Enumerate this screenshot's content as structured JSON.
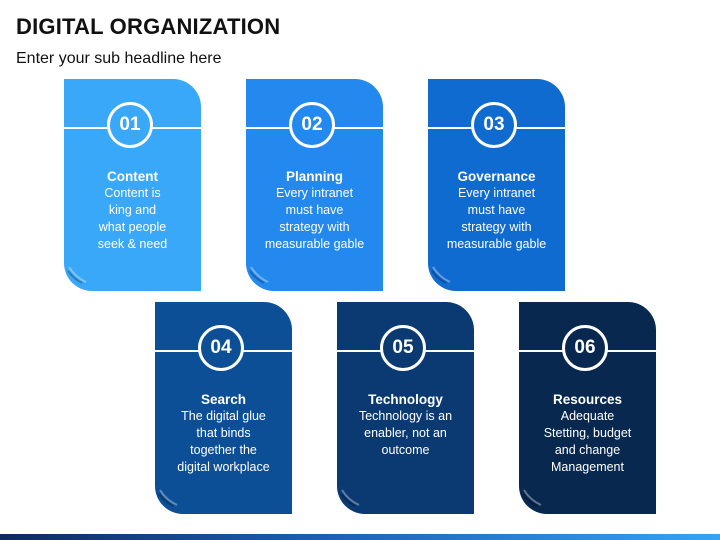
{
  "header": {
    "title": "DIGITAL ORGANIZATION",
    "subtitle": "Enter your sub headline here"
  },
  "cards": [
    {
      "number": "01",
      "title": "Content",
      "description": "Content is\nking and\nwhat people\nseek & need",
      "color": "#3aa8f8"
    },
    {
      "number": "02",
      "title": "Planning",
      "description": "Every intranet\nmust have\nstrategy with\nmeasurable gable",
      "color": "#2389ef"
    },
    {
      "number": "03",
      "title": "Governance",
      "description": "Every intranet\nmust have\nstrategy with\nmeasurable gable",
      "color": "#0f6bd0"
    },
    {
      "number": "04",
      "title": "Search",
      "description": "The digital glue\nthat binds\ntogether the\ndigital workplace",
      "color": "#0d4f97"
    },
    {
      "number": "05",
      "title": "Technology",
      "description": "Technology is an\nenabler, not an\noutcome",
      "color": "#0b3a72"
    },
    {
      "number": "06",
      "title": "Resources",
      "description": "Adequate\nStetting, budget\nand change\nManagement",
      "color": "#082850"
    }
  ]
}
